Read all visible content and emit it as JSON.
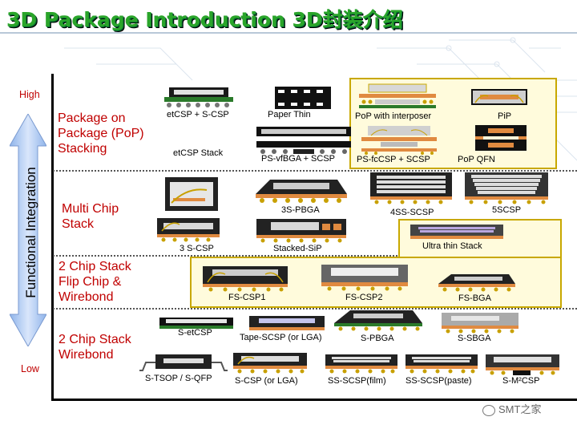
{
  "title": "3D Package Introduction 3D封装介绍",
  "y_axis": {
    "label": "Functional Integration",
    "high": "High",
    "low": "Low"
  },
  "categories": [
    "Package on Package (PoP) Stacking",
    "Multi Chip Stack",
    "2 Chip Stack Flip Chip & Wirebond",
    "2 Chip Stack Wirebond"
  ],
  "packages": {
    "etcsp_scsp": "etCSP + S-CSP",
    "etcsp_stack": "etCSP Stack",
    "paper_thin": "Paper Thin",
    "ps_vfbga_scsp": "PS-vfBGA + SCSP",
    "pop_interposer": "PoP with interposer",
    "pip": "PiP",
    "ps_fccsp_scsp": "PS-fcCSP + SCSP",
    "pop_qfn": "PoP QFN",
    "3s_pbga": "3S-PBGA",
    "4ss_scsp": "4SS-SCSP",
    "5scsp": "5SCSP",
    "3_scsp": "3 S-CSP",
    "stacked_sip": "Stacked-SiP",
    "ultra_thin_stack": "Ultra thin Stack",
    "fs_csp1": "FS-CSP1",
    "fs_csp2": "FS-CSP2",
    "fs_bga": "FS-BGA",
    "s_etcsp": "S-etCSP",
    "tape_scsp": "Tape-SCSP (or LGA)",
    "s_pbga": "S-PBGA",
    "s_sbga": "S-SBGA",
    "s_tsop_qfp": "S-TSOP / S-QFP",
    "s_csp_lga": "S-CSP (or LGA)",
    "ss_scsp_film": "SS-SCSP(film)",
    "ss_scsp_paste": "SS-SCSP(paste)",
    "s_m2csp": "S-M²CSP"
  },
  "watermark": "SMT之家"
}
